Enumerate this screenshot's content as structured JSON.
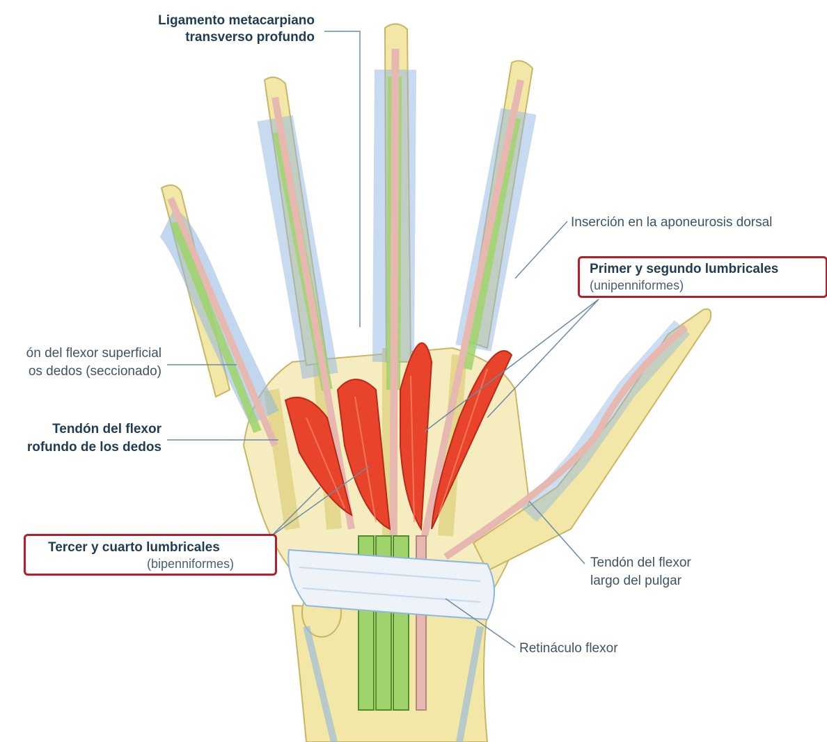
{
  "labels": {
    "ligamento_line1": "Ligamento metacarpiano",
    "ligamento_line2": "transverso profundo",
    "insercion": "Inserción en la aponeurosis dorsal",
    "primer_segundo_title": "Primer y segundo lumbricales",
    "primer_segundo_sub": "(unipenniformes)",
    "flexor_superficial_line1": "ón del flexor superficial",
    "flexor_superficial_line2": "os dedos (seccionado)",
    "flexor_profundo_line1": "Tendón del flexor",
    "flexor_profundo_line2": "rofundo de los dedos",
    "tercer_cuarto_title": "Tercer y cuarto lumbricales",
    "tercer_cuarto_sub": "(bipenniformes)",
    "flexor_largo_line1": "Tendón del flexor",
    "flexor_largo_line2": "largo del pulgar",
    "retinaculo": "Retináculo flexor"
  },
  "colors": {
    "bone": "#f2e7a6",
    "bone_outline": "#c9b664",
    "sheath": "#8fb6e0",
    "tendon_profundo": "#e7b8b0",
    "tendon_superficial": "#9fd36b",
    "lumbrical_muscle": "#e8432b",
    "retinaculum": "#eef3fa",
    "highlight_box_border": "#b3202b",
    "leader_line": "#6b8aa3"
  }
}
